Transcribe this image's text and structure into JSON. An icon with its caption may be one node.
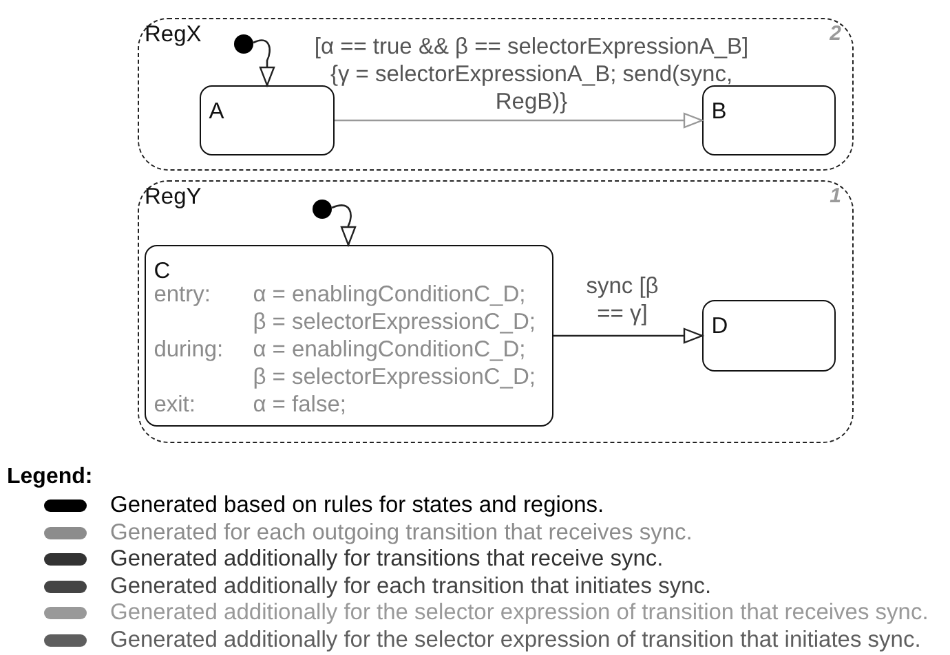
{
  "diagram": {
    "nodes": [
      {
        "text": [
          "RegX",
          "2"
        ]
      },
      {
        "text": [],
        "shape": "circle",
        "in": 0
      },
      {
        "text": [
          "A"
        ],
        "in": 0
      },
      {
        "text": [
          "B"
        ],
        "in": 0
      },
      {
        "text": [
          "RegY",
          "1"
        ]
      },
      {
        "text": [],
        "shape": "circle",
        "in": 4
      },
      {
        "text": [
          "C",
          "entry:",
          "α = enablingConditionC_D;",
          "β = selectorExpressionC_D;",
          "during:",
          "α = enablingConditionC_D;",
          "β = selectorExpressionC_D;",
          "exit:",
          "α = false;"
        ],
        "in": 4
      },
      {
        "text": [
          "D"
        ],
        "in": 4
      }
    ],
    "edges": [
      {
        "from": 1,
        "to": 2,
        "arrow": "to"
      },
      {
        "from": 2,
        "to": 3,
        "arrow": "to",
        "label": "[α == true && β == selectorExpressionA_B] {γ = selectorExpressionA_B; send(sync, RegB)}",
        "color": "#999999"
      },
      {
        "from": 5,
        "to": 6,
        "arrow": "to"
      },
      {
        "from": 6,
        "to": 7,
        "arrow": "to",
        "label": "sync [β == γ]"
      }
    ],
    "labels": [
      "Legend:"
    ],
    "legend": [
      {
        "text": "Generated based on rules for states and regions.",
        "color": "#000000"
      },
      {
        "text": "Generated for each outgoing transition that receives sync.",
        "color": "#8c8c8c"
      },
      {
        "text": "Generated additionally for transitions that receive sync.",
        "color": "#333333"
      },
      {
        "text": "Generated additionally for each transition that initiates sync.",
        "color": "#444444"
      },
      {
        "text": "Generated additionally for the selector expression of transition that receives sync.",
        "color": "#999999"
      },
      {
        "text": "Generated additionally for the selector expression of transition that initiates sync.",
        "color": "#5e5e5e"
      }
    ]
  }
}
